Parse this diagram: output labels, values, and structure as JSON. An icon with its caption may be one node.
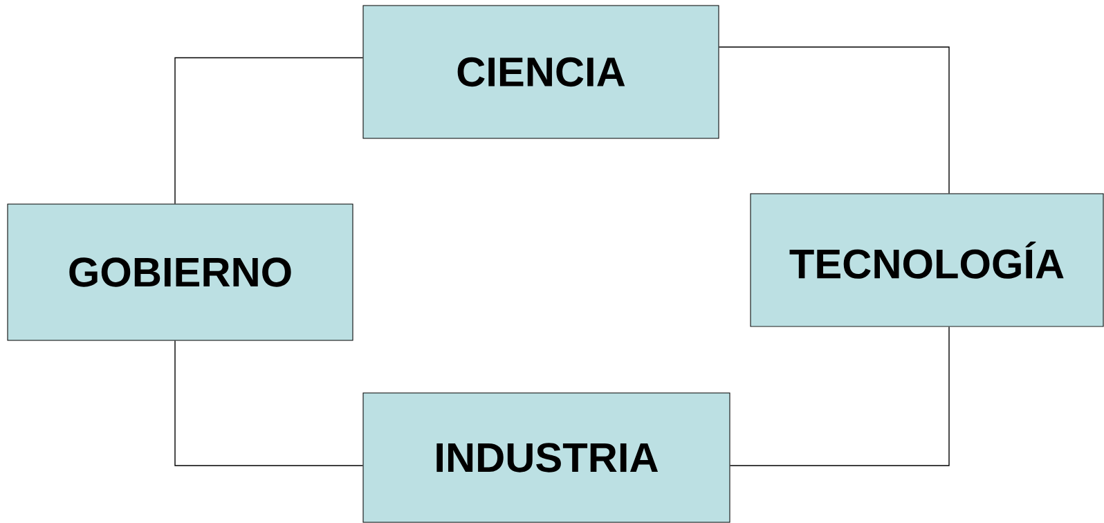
{
  "diagram": {
    "nodes": [
      {
        "text": [
          "CIENCIA"
        ]
      },
      {
        "text": [
          "GOBIERNO"
        ]
      },
      {
        "text": [
          "TECNOLOGÍA"
        ]
      },
      {
        "text": [
          "INDUSTRIA"
        ]
      }
    ],
    "edges": [
      {
        "from": 0,
        "to": 1,
        "arrow": "none"
      },
      {
        "from": 0,
        "to": 2,
        "arrow": "none"
      },
      {
        "from": 1,
        "to": 3,
        "arrow": "none"
      },
      {
        "from": 2,
        "to": 3,
        "arrow": "none"
      }
    ]
  }
}
